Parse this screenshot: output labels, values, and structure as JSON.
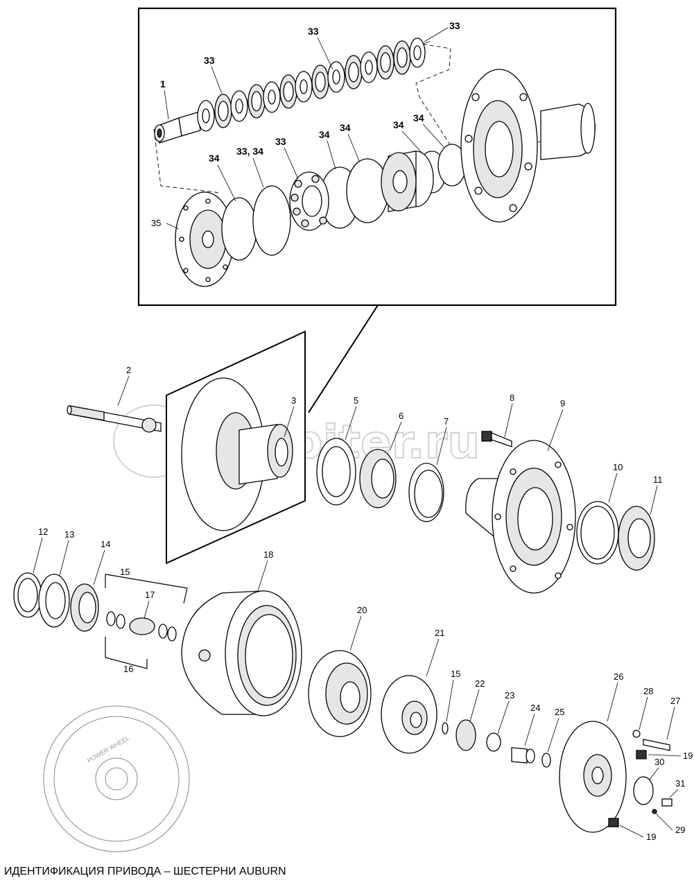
{
  "caption": "ИДЕНТИФИКАЦИЯ ПРИВОДА – ШЕСТЕРНИ AUBURN",
  "watermark": "autopiter.ru",
  "logo_text": "POWER WHEEL",
  "inset_labels": {
    "l1": "1",
    "l33a": "33",
    "l33b": "33",
    "l33c": "33",
    "l33d": "33",
    "l3334": "33, 34",
    "l34a": "34",
    "l34b": "34",
    "l34c": "34",
    "l34d": "34",
    "l34e": "34",
    "l35": "35"
  },
  "labels": {
    "l2": "2",
    "l3": "3",
    "l5": "5",
    "l6": "6",
    "l7": "7",
    "l8": "8",
    "l9": "9",
    "l10": "10",
    "l11": "11",
    "l12": "12",
    "l13": "13",
    "l14": "14",
    "l15a": "15",
    "l16": "16",
    "l17": "17",
    "l18": "18",
    "l20": "20",
    "l21": "21",
    "l15b": "15",
    "l22": "22",
    "l23": "23",
    "l24": "24",
    "l25": "25",
    "l26": "26",
    "l27": "27",
    "l28": "28",
    "l19a": "19",
    "l30": "30",
    "l31": "31",
    "l29": "29",
    "l19b": "19"
  }
}
